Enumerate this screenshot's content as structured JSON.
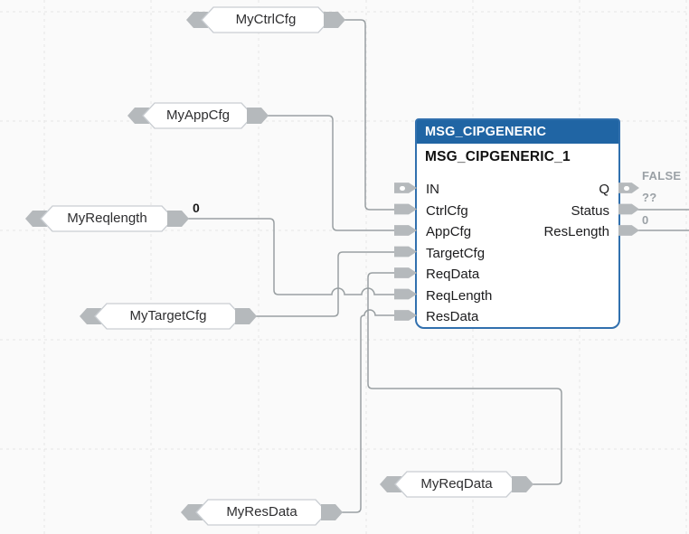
{
  "diagram": {
    "background_color": "#fafafa",
    "grid_color": "#e5e5e5",
    "wire_color": "#9aa0a3",
    "connector_color": "#b5b9bc"
  },
  "block": {
    "type_name": "MSG_CIPGENERIC",
    "instance_name": "MSG_CIPGENERIC_1",
    "header_color": "#2065a4",
    "border_color": "#3170ae",
    "inputs": [
      "IN",
      "CtrlCfg",
      "AppCfg",
      "TargetCfg",
      "ReqData",
      "ReqLength",
      "ResData"
    ],
    "outputs": [
      "Q",
      "Status",
      "ResLength"
    ],
    "output_values": {
      "Q": "FALSE",
      "Status": "??",
      "ResLength": "0"
    }
  },
  "variable_tags": [
    {
      "name": "MyCtrlCfg",
      "connected_pin": "CtrlCfg"
    },
    {
      "name": "MyAppCfg",
      "connected_pin": "AppCfg"
    },
    {
      "name": "MyReqlength",
      "connected_pin": "ReqLength",
      "value": "0"
    },
    {
      "name": "MyTargetCfg",
      "connected_pin": "TargetCfg"
    },
    {
      "name": "MyResData",
      "connected_pin": "ResData"
    },
    {
      "name": "MyReqData",
      "connected_pin": "ReqData"
    }
  ]
}
